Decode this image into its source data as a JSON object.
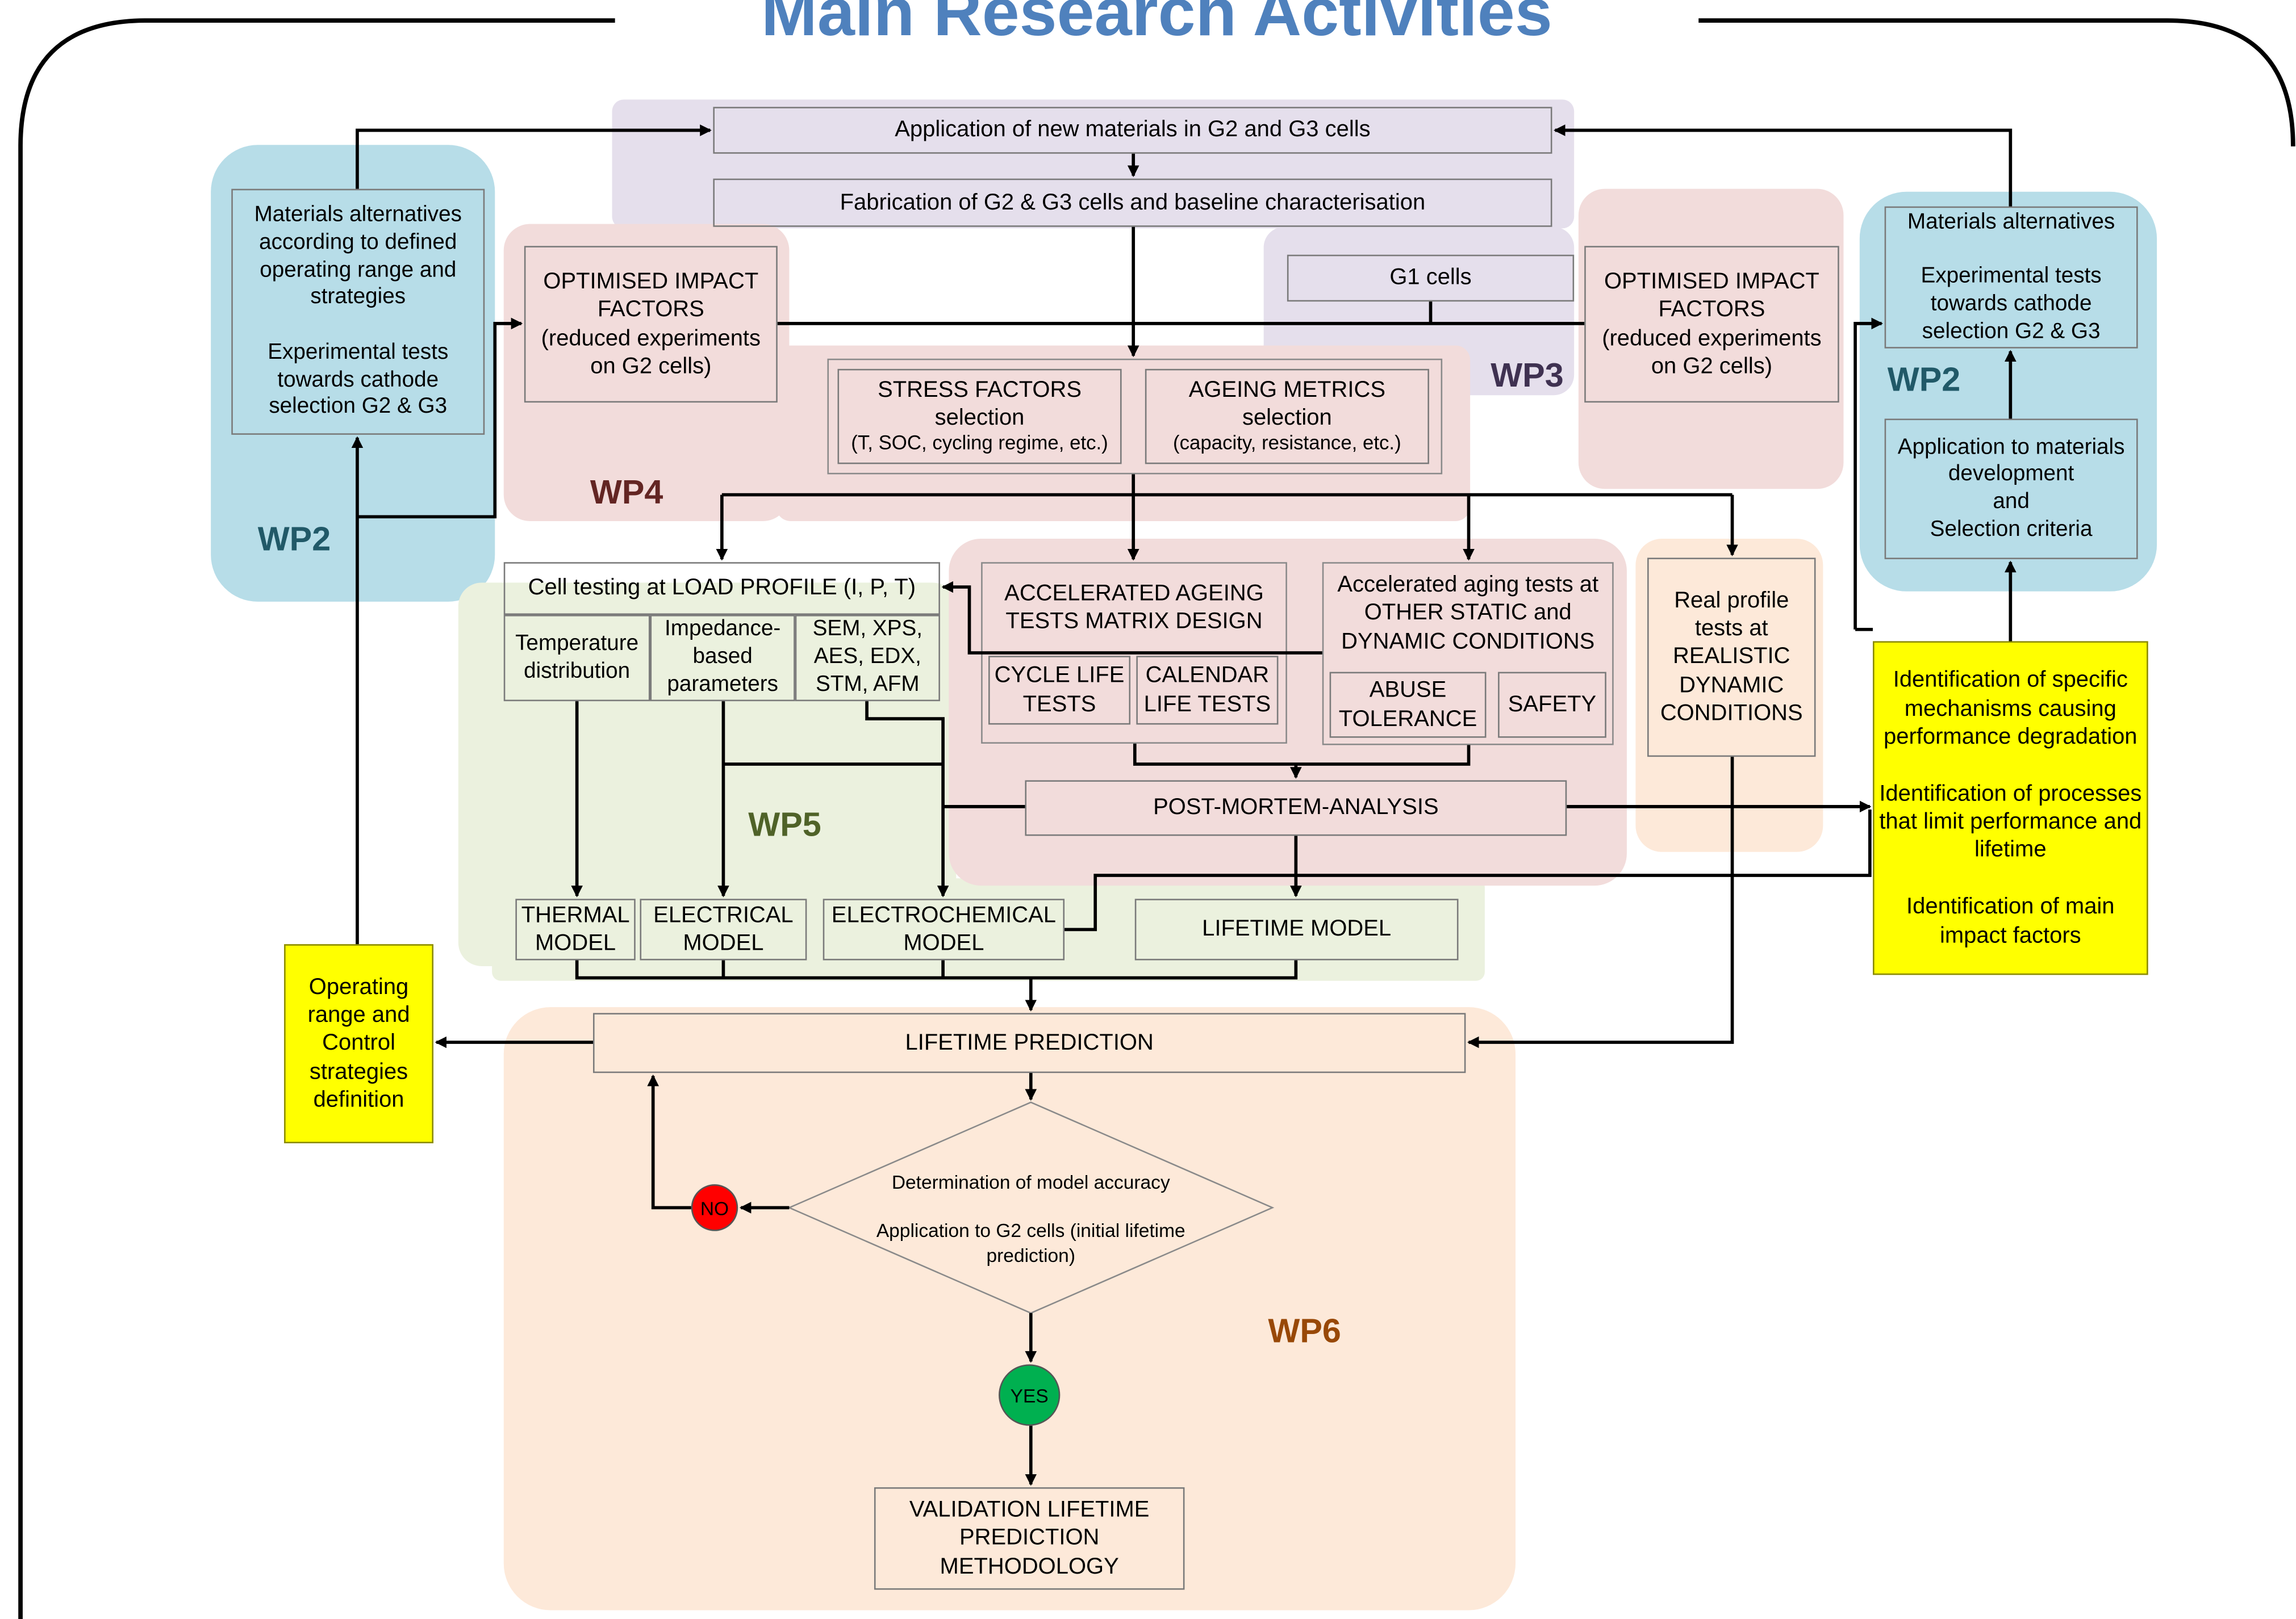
{
  "title": "Main Research Activities",
  "colors": {
    "title": "#4f81bd",
    "wp2": "#b7dde8",
    "wp3": "#e5dfec",
    "wp4": "#f2dcdb",
    "wp5": "#ebf1de",
    "wp6": "#fde9d9",
    "yellow": "#ffff00",
    "no": "#ff0000",
    "yes": "#00b050"
  },
  "work_packages": {
    "wp2_left": "WP2",
    "wp2_right": "WP2",
    "wp3": "WP3",
    "wp4": "WP4",
    "wp5": "WP5",
    "wp6": "WP6"
  },
  "boxes": {
    "application_new_materials": "Application of new materials in G2 and G3 cells",
    "fabrication": "Fabrication of G2 & G3  cells and baseline characterisation",
    "materials_alt_left": "Materials alternatives according to defined operating range and strategies\n\nExperimental tests towards cathode selection G2 & G3",
    "optimised_left": "OPTIMISED IMPACT FACTORS\n(reduced experiments on G2 cells)",
    "g1_cells": "G1 cells",
    "optimised_right": "OPTIMISED IMPACT FACTORS\n(reduced experiments on G2 cells)",
    "materials_alt_right": "Materials alternatives\n\nExperimental tests towards cathode selection G2 & G3",
    "stress_factors_title": "STRESS FACTORS\nselection",
    "stress_factors_sub": "(T, SOC, cycling regime, etc.)",
    "ageing_metrics_title": "AGEING METRICS\nselection",
    "ageing_metrics_sub": "(capacity, resistance, etc.)",
    "application_materials_dev": "Application to materials development\nand\nSelection criteria",
    "cell_testing": "Cell testing at LOAD PROFILE (I, P, T)",
    "temperature_distribution": "Temperature distribution",
    "impedance_parameters": "Impedance-based parameters",
    "sem_xps": "SEM, XPS, AES, EDX, STM, AFM",
    "accelerated_ageing_matrix": "ACCELERATED AGEING TESTS MATRIX DESIGN",
    "cycle_life": "CYCLE LIFE TESTS",
    "calendar_life": "CALENDAR LIFE TESTS",
    "accelerated_other": "Accelerated aging tests at OTHER STATIC and DYNAMIC CONDITIONS",
    "abuse_tolerance": "ABUSE TOLERANCE",
    "safety": "SAFETY",
    "real_profile": "Real profile tests at REALISTIC DYNAMIC CONDITIONS",
    "identification": "Identification of specific mechanisms causing performance degradation\n\nIdentification of processes that limit performance and lifetime\n\nIdentification of main impact factors",
    "post_mortem": "POST-MORTEM-ANALYSIS",
    "thermal_model": "THERMAL MODEL",
    "electrical_model": "ELECTRICAL MODEL",
    "electrochemical_model": "ELECTROCHEMICAL MODEL",
    "lifetime_model": "LIFETIME MODEL",
    "operating_range": "Operating range and Control strategies definition",
    "lifetime_prediction": "LIFETIME PREDICTION",
    "decision_line1": "Determination of model accuracy",
    "decision_line2": "Application to G2 cells (initial lifetime prediction)",
    "no_label": "NO",
    "yes_label": "YES",
    "validation": "VALIDATION  LIFETIME PREDICTION METHODOLOGY"
  }
}
